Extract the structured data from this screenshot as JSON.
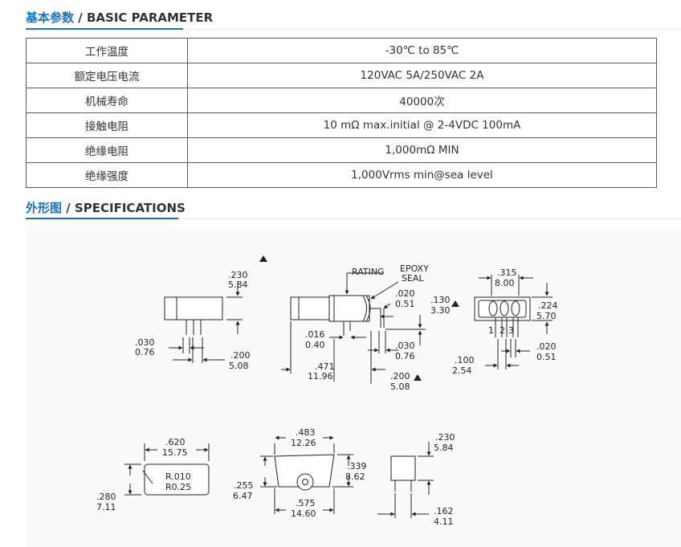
{
  "basic": {
    "title_cn": "基本参数",
    "separator": "/",
    "title_en": "BASIC PARAMETER",
    "rows": [
      {
        "label": "工作温度",
        "value": "-30℃ to 85℃"
      },
      {
        "label": "额定电压电流",
        "value": "120VAC 5A/250VAC 2A"
      },
      {
        "label": "机械寿命",
        "value": "40000次"
      },
      {
        "label": "接触电阻",
        "value": "10 mΩ max.initial @ 2-4VDC 100mA"
      },
      {
        "label": "绝缘电阻",
        "value": "1,000mΩ MIN"
      },
      {
        "label": "绝缘强度",
        "value": "1,000Vrms min@sea level"
      }
    ]
  },
  "specs": {
    "title_cn": "外形图",
    "separator": "/",
    "title_en": "SPECIFICATIONS"
  },
  "drawing": {
    "labels": {
      "rating": "RATING",
      "epoxy": "EPOXY",
      "seal": "SEAL",
      "pin1": "1",
      "pin2": "2",
      "pin3": "3",
      "radius_in": "R.010",
      "radius_mm": "R0.25"
    },
    "dims": {
      "d230_in": ".230",
      "d230_mm": "5.84",
      "d030_in": ".030",
      "d030_mm": "0.76",
      "d200_in": ".200",
      "d200_mm": "5.08",
      "d016_in": ".016",
      "d016_mm": "0.40",
      "d471_in": ".471",
      "d471_mm": "11.96",
      "d020_in": ".020",
      "d020_mm": "0.51",
      "d030b_in": ".030",
      "d030b_mm": "0.76",
      "d130_in": ".130",
      "d130_mm": "3.30",
      "d200b_in": ".200",
      "d200b_mm": "5.08",
      "d315_in": ".315",
      "d315_mm": "8.00",
      "d224_in": ".224",
      "d224_mm": "5.70",
      "d100_in": ".100",
      "d100_mm": "2.54",
      "d020b_in": ".020",
      "d020b_mm": "0.51",
      "d620_in": ".620",
      "d620_mm": "15.75",
      "d280_in": ".280",
      "d280_mm": "7.11",
      "d483_in": ".483",
      "d483_mm": "12.26",
      "d339_in": ".339",
      "d339_mm": "8.62",
      "d255_in": ".255",
      "d255_mm": "6.47",
      "d575_in": ".575",
      "d575_mm": "14.60",
      "d230b_in": ".230",
      "d230b_mm": "5.84",
      "d162_in": ".162",
      "d162_mm": "4.11"
    }
  }
}
